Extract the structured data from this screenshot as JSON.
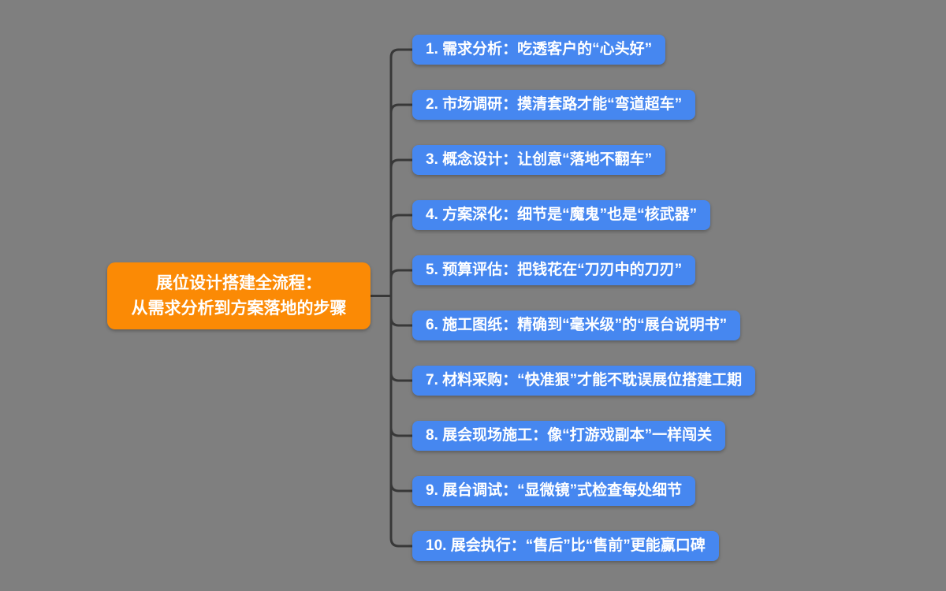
{
  "colors": {
    "background": "#7f7f7f",
    "root_fill": "#fb8a05",
    "branch_fill": "#4687f0",
    "connector": "#383838",
    "text": "#ffffff"
  },
  "root": {
    "line1": "展位设计搭建全流程：",
    "line2": "从需求分析到方案落地的步骤"
  },
  "branches": [
    {
      "label": "1. 需求分析：吃透客户的“心头好”"
    },
    {
      "label": "2. 市场调研：摸清套路才能“弯道超车”"
    },
    {
      "label": "3. 概念设计：让创意“落地不翻车”"
    },
    {
      "label": "4. 方案深化：细节是“魔鬼”也是“核武器”"
    },
    {
      "label": "5. 预算评估：把钱花在“刀刃中的刀刃”"
    },
    {
      "label": "6. 施工图纸：精确到“毫米级”的“展台说明书”"
    },
    {
      "label": "7. 材料采购：“快准狠”才能不耽误展位搭建工期"
    },
    {
      "label": "8. 展会现场施工：像“打游戏副本”一样闯关"
    },
    {
      "label": "9. 展台调试：“显微镜”式检查每处细节"
    },
    {
      "label": "10. 展会执行：“售后”比“售前”更能赢口碑"
    }
  ]
}
